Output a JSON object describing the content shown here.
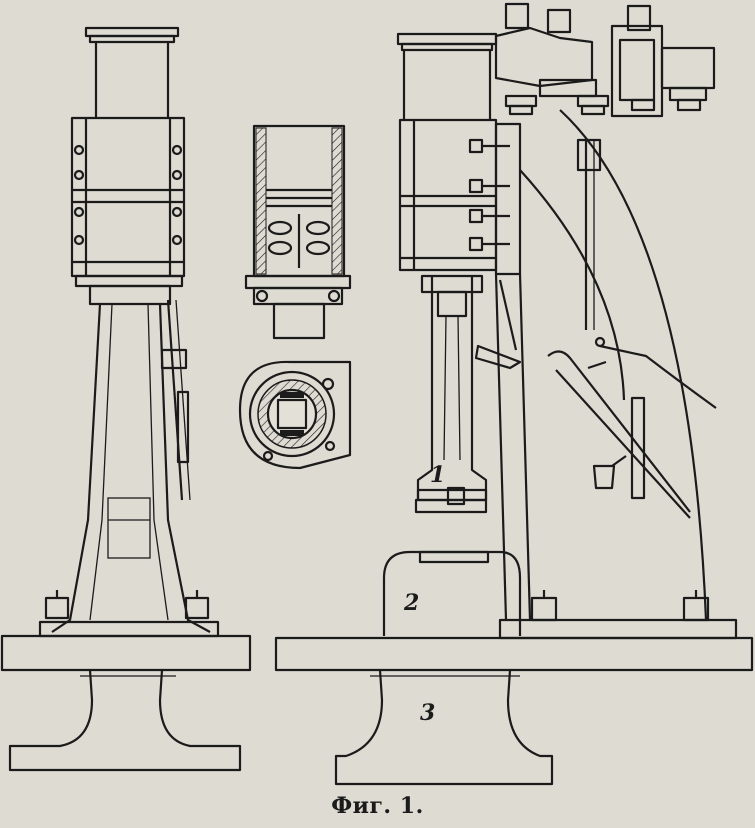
{
  "figure": {
    "caption": "Фиг. 1.",
    "part_labels": [
      {
        "id": "ram",
        "text": "1"
      },
      {
        "id": "anvil-block",
        "text": "2"
      },
      {
        "id": "base",
        "text": "3"
      }
    ]
  },
  "colors": {
    "paper": "#dedbd3",
    "ink": "#1b1b1b"
  }
}
